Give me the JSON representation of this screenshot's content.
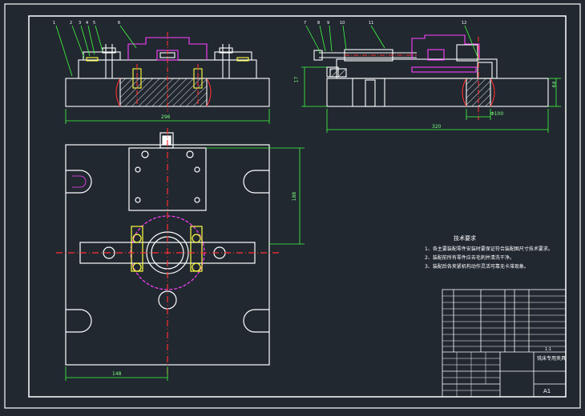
{
  "drawing": {
    "tech_requirements": {
      "title": "技术要求",
      "lines": [
        "1、各主要装配零件安装时要保证符合装配图尺寸技术要求。",
        "2、装配前所有零件应去毛刺并清洗干净。",
        "3、装配后各夹紧机构动作灵活可靠无卡滞现象。"
      ]
    },
    "dimensions": {
      "front_width": "296",
      "front_height": "17",
      "side_width": "320",
      "side_height": "64",
      "side_diameter": "Φ100",
      "plan_height": "188",
      "plan_offset": "148"
    },
    "balloons_front": [
      "1",
      "2",
      "3",
      "4",
      "5",
      "6"
    ],
    "balloons_side": [
      "7",
      "8",
      "9",
      "10",
      "11",
      "12"
    ],
    "title_block": {
      "name": "铣床专用夹具",
      "sheet": "A1",
      "scale": "1:1"
    }
  }
}
